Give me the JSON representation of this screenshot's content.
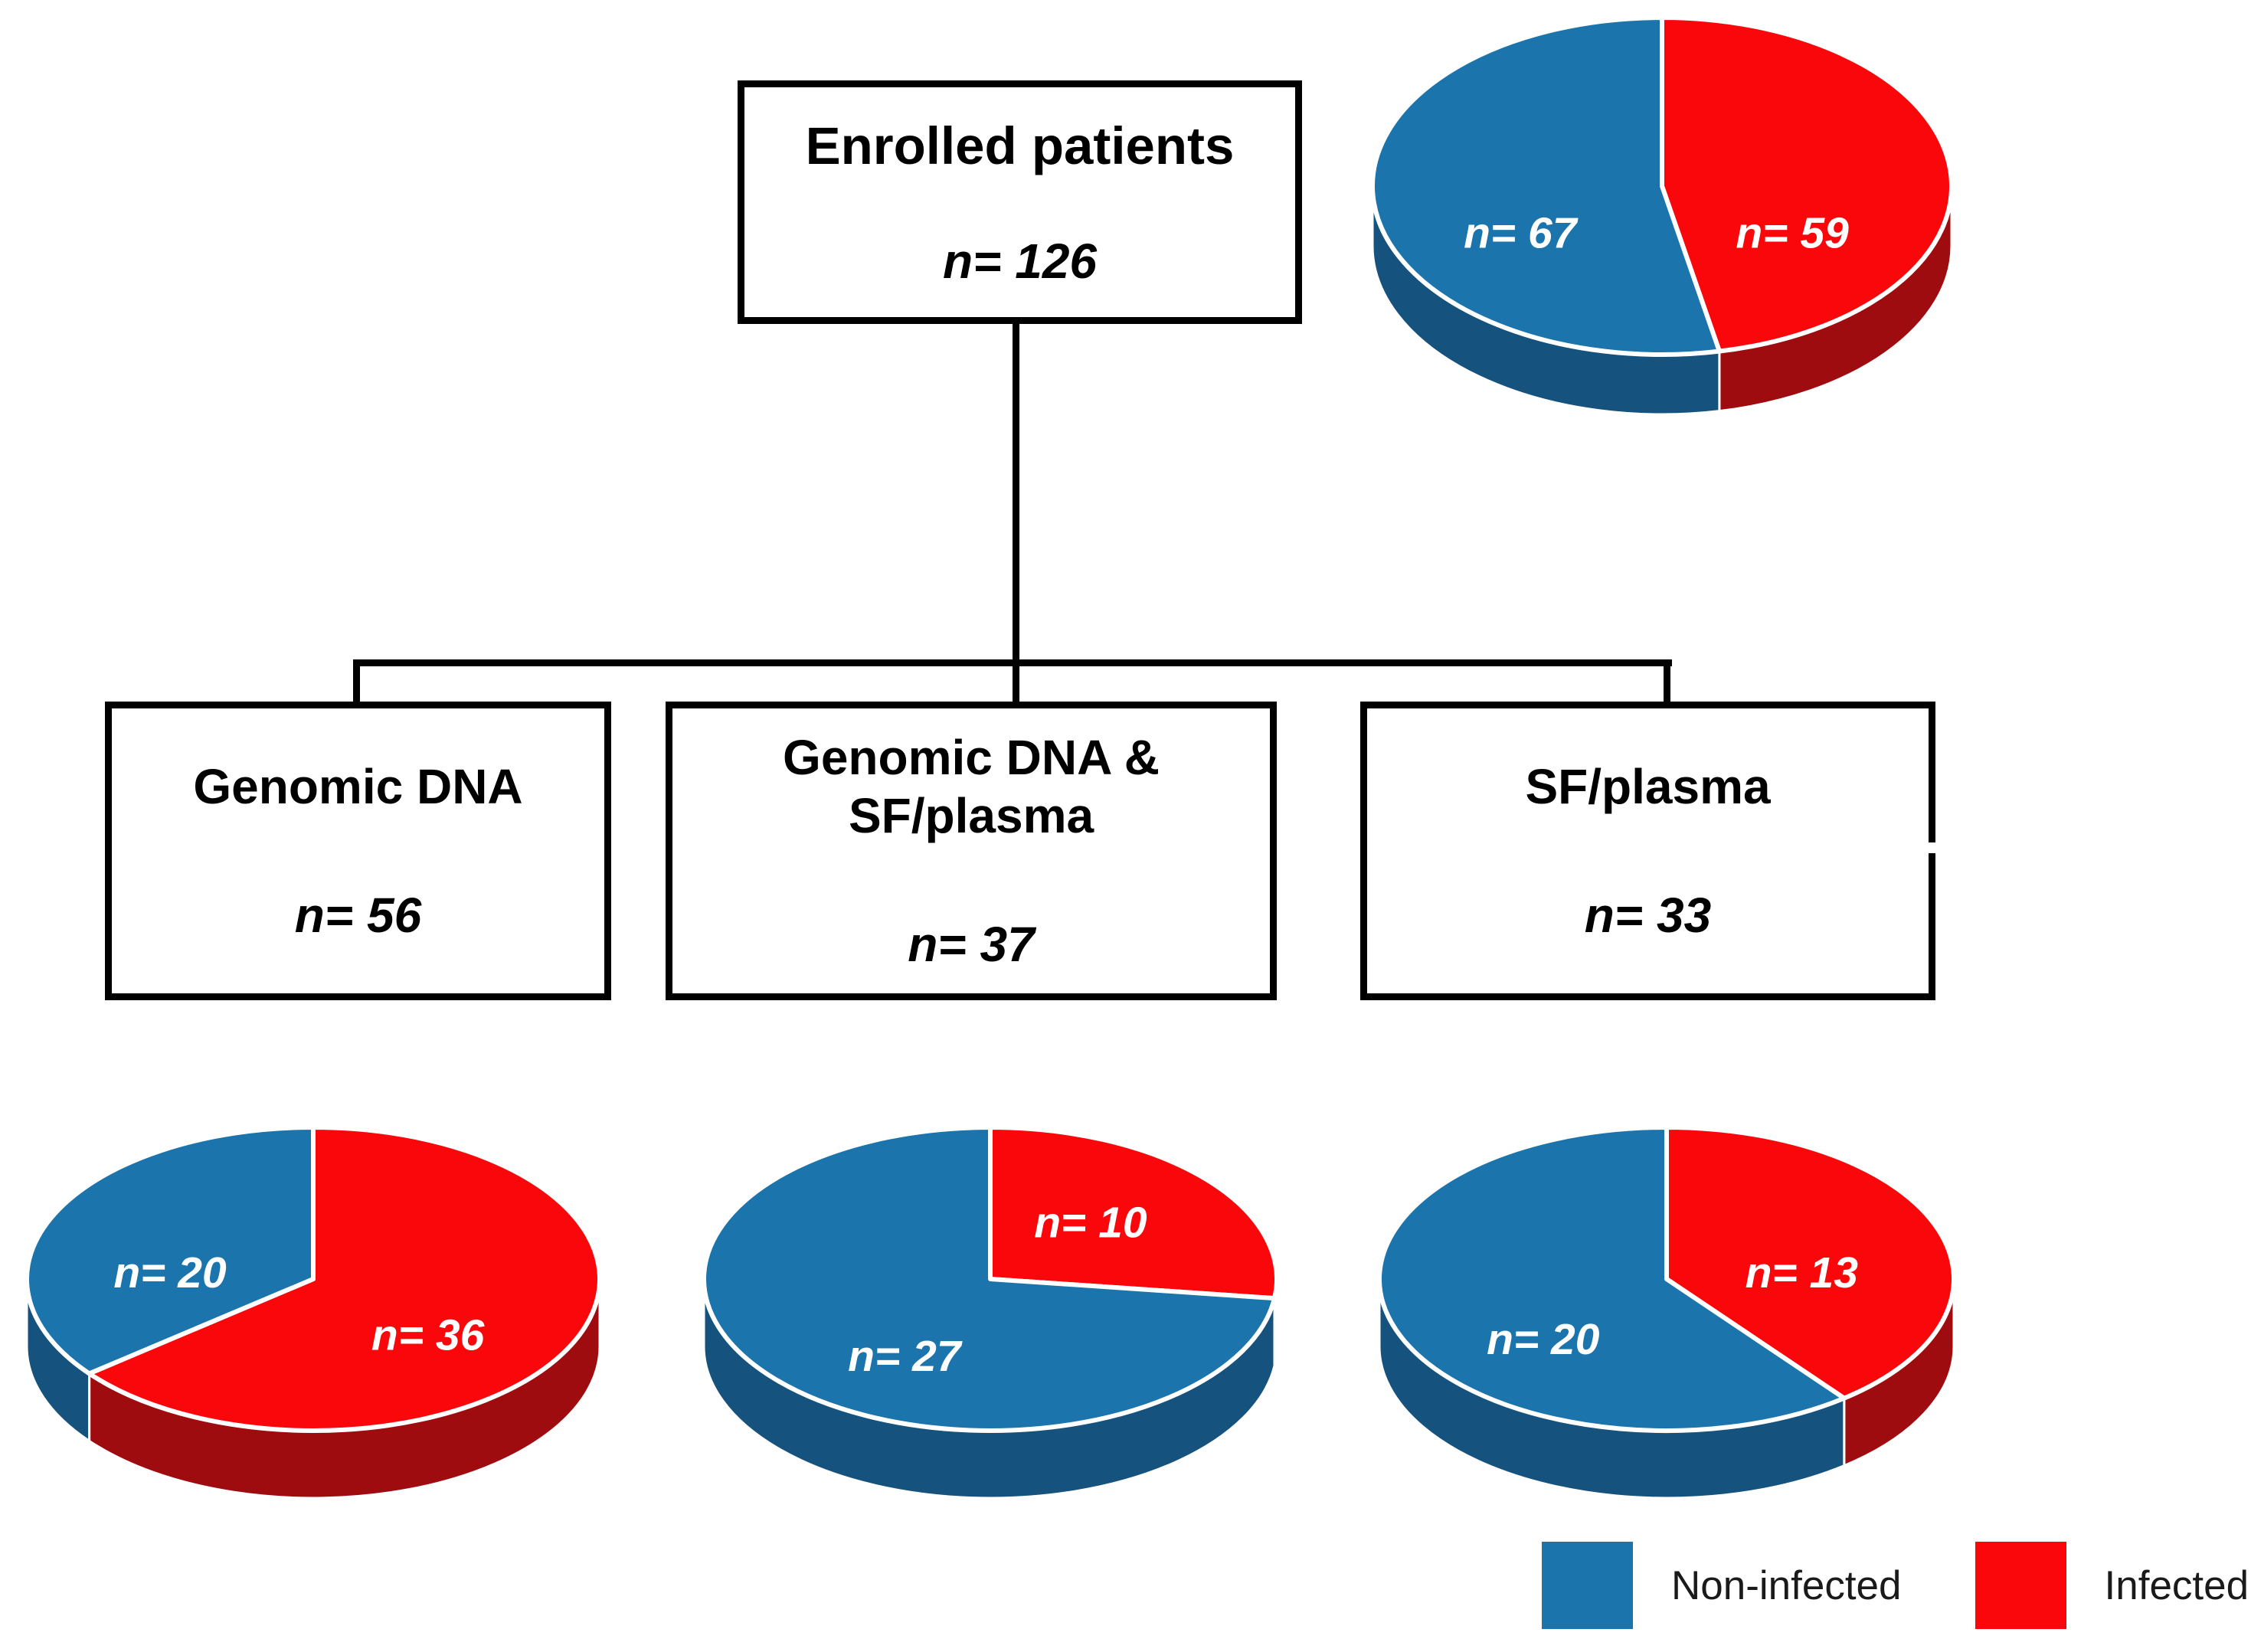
{
  "colors": {
    "non_infected": "#1b74ab",
    "non_infected_dark": "#15527e",
    "infected": "#fa070c",
    "infected_dark": "#9f0c10",
    "divider": "#ffffff",
    "box_border": "#000000",
    "text": "#000000"
  },
  "flowchart": {
    "root": {
      "title_line1": "Enrolled patients",
      "title_line2": "",
      "n_label": "n= 126"
    },
    "children": [
      {
        "title_line1": "Genomic DNA",
        "title_line2": "",
        "n_label": "n= 56"
      },
      {
        "title_line1": "Genomic DNA &",
        "title_line2": "SF/plasma",
        "n_label": "n= 37"
      },
      {
        "title_line1": "SF/plasma",
        "title_line2": "",
        "n_label": "n= 33"
      }
    ]
  },
  "chart_data": [
    {
      "type": "pie",
      "style": "3d",
      "title": "Enrolled patients",
      "total": 126,
      "start_angle_deg": 0,
      "direction": "clockwise",
      "slices": [
        {
          "name": "Infected",
          "value": 59,
          "label": "n= 59"
        },
        {
          "name": "Non-infected",
          "value": 67,
          "label": "n= 67"
        }
      ]
    },
    {
      "type": "pie",
      "style": "3d",
      "title": "Genomic DNA",
      "total": 56,
      "start_angle_deg": 0,
      "direction": "clockwise",
      "slices": [
        {
          "name": "Infected",
          "value": 36,
          "label": "n= 36"
        },
        {
          "name": "Non-infected",
          "value": 20,
          "label": "n= 20"
        }
      ]
    },
    {
      "type": "pie",
      "style": "3d",
      "title": "Genomic DNA & SF/plasma",
      "total": 37,
      "start_angle_deg": 0,
      "direction": "clockwise",
      "slices": [
        {
          "name": "Infected",
          "value": 10,
          "label": "n= 10"
        },
        {
          "name": "Non-infected",
          "value": 27,
          "label": "n= 27"
        }
      ]
    },
    {
      "type": "pie",
      "style": "3d",
      "title": "SF/plasma",
      "total": 33,
      "start_angle_deg": 0,
      "direction": "clockwise",
      "slices": [
        {
          "name": "Infected",
          "value": 13,
          "label": "n= 13"
        },
        {
          "name": "Non-infected",
          "value": 20,
          "label": "n= 20"
        }
      ]
    }
  ],
  "legend": {
    "items": [
      {
        "label": "Non-infected",
        "color_key": "non_infected"
      },
      {
        "label": "Infected",
        "color_key": "infected"
      }
    ]
  }
}
